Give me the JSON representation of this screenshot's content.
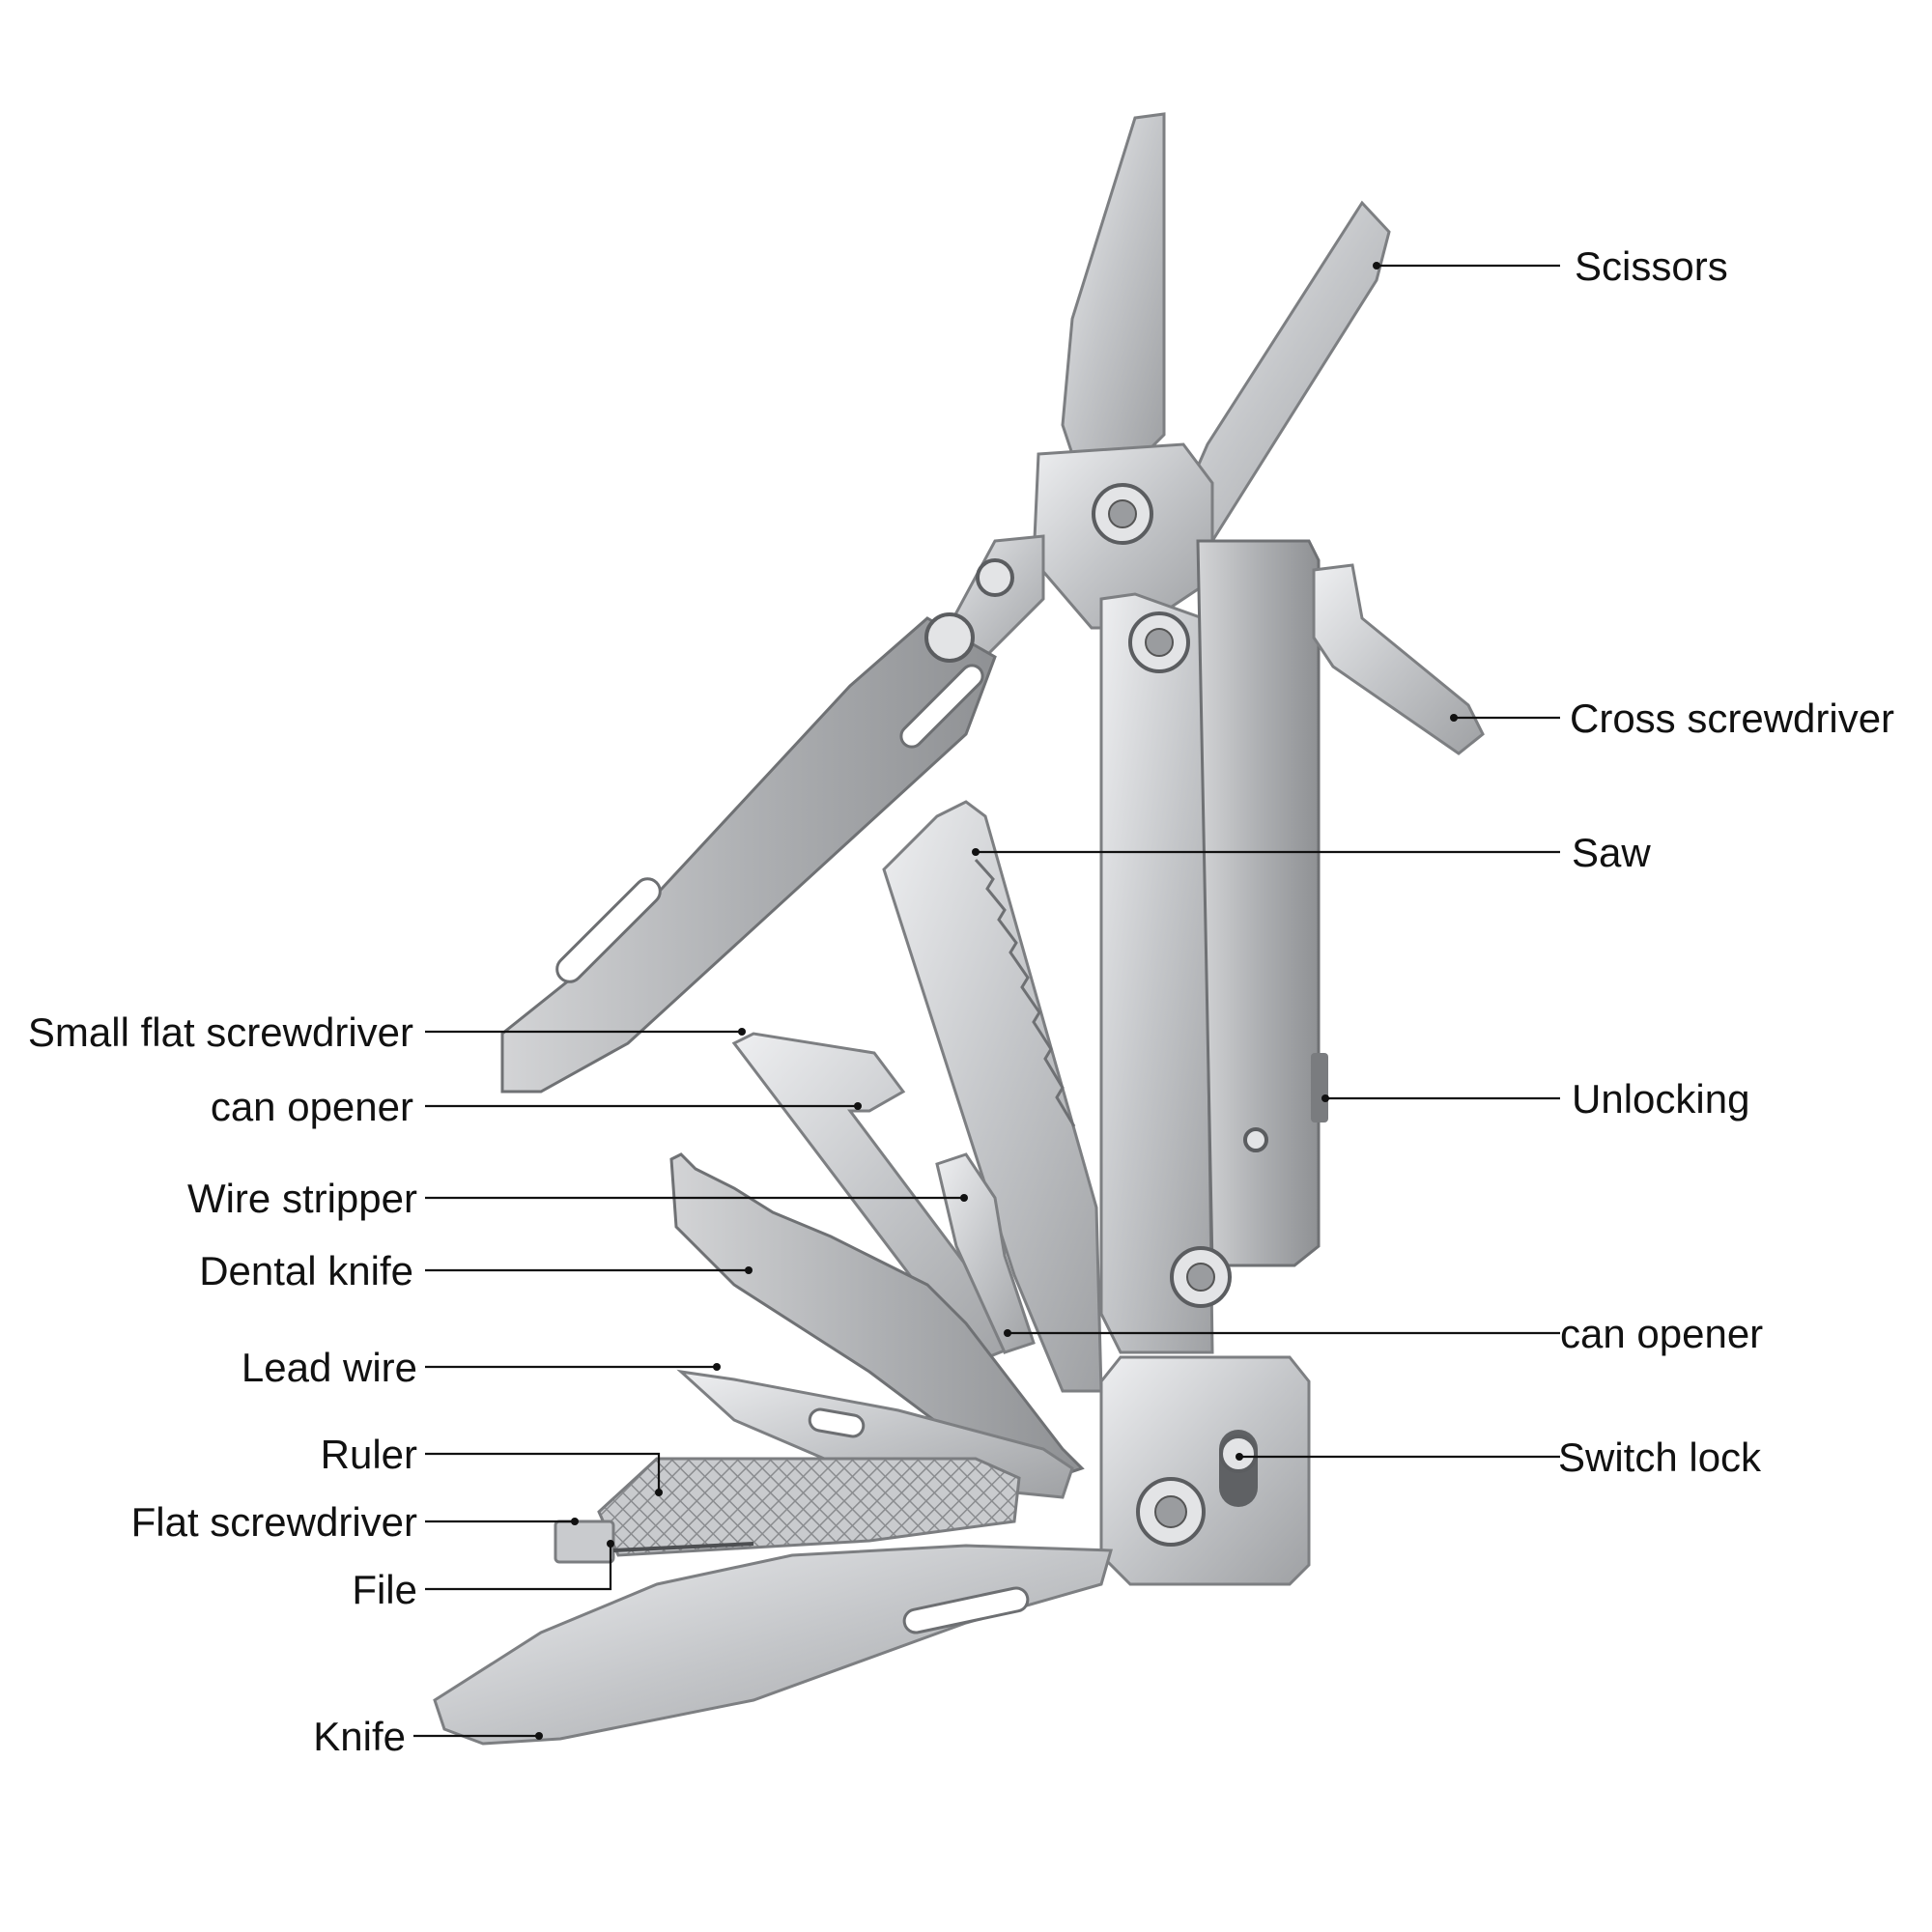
{
  "labels": {
    "scissors": "Scissors",
    "cross_screwdriver": "Cross screwdriver",
    "saw": "Saw",
    "small_flat_screwdriver": "Small flat screwdriver",
    "can_opener_left": "can opener",
    "unlocking": "Unlocking",
    "wire_stripper": "Wire stripper",
    "dental_knife": "Dental knife",
    "can_opener_right": "can opener",
    "lead_wire": "Lead wire",
    "switch_lock": "Switch lock",
    "ruler": "Ruler",
    "flat_screwdriver": "Flat screwdriver",
    "file": "File",
    "knife": "Knife"
  },
  "colors": {
    "steel_light": "#e6e7e9",
    "steel_mid": "#b9bbbe",
    "steel_dark": "#8c8e91",
    "ink": "#111111",
    "background": "#ffffff"
  }
}
